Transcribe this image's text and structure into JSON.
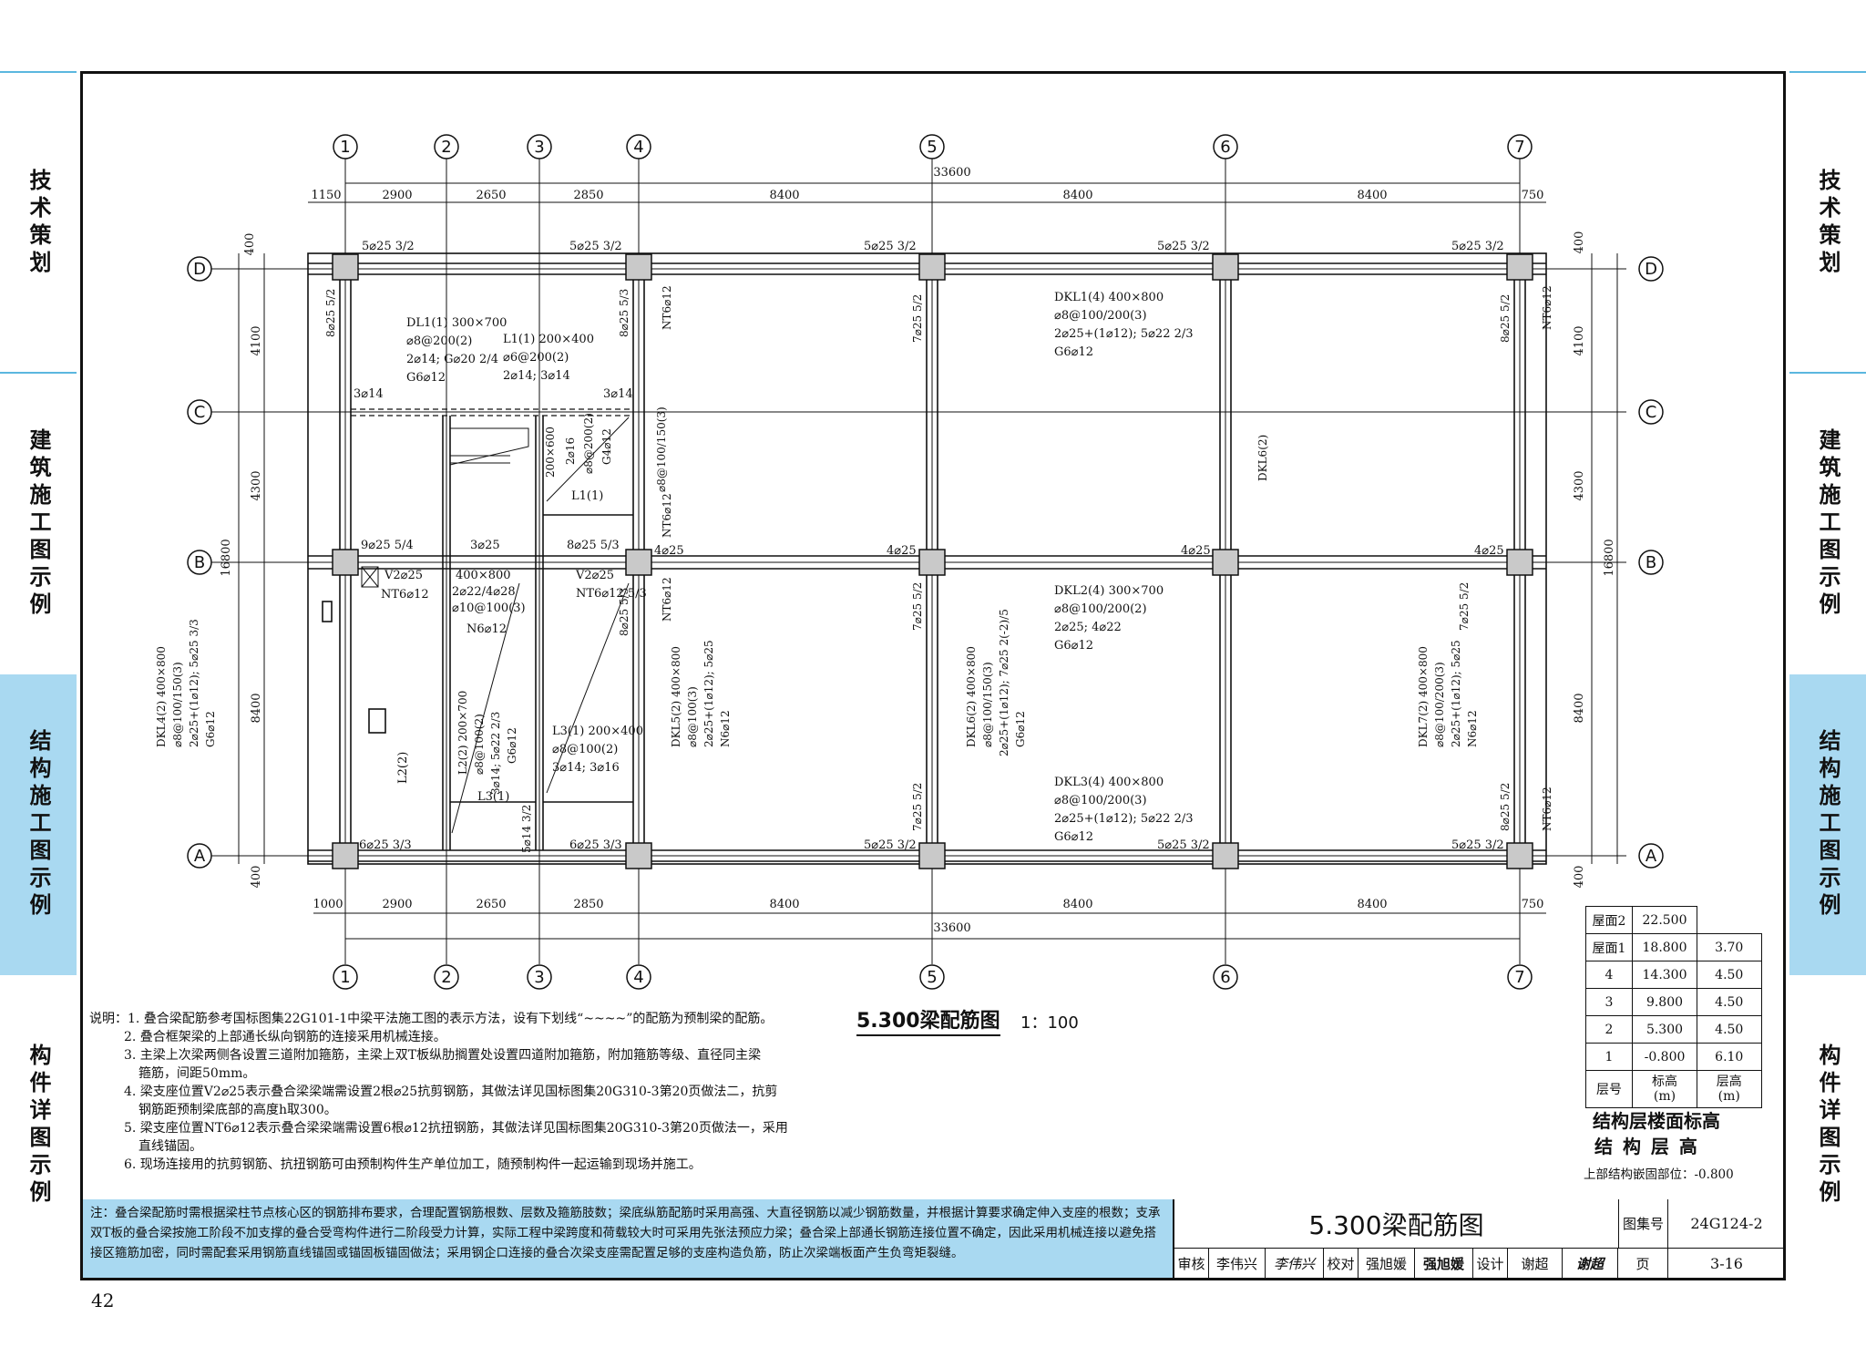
{
  "side_tabs": [
    {
      "label": "技术策划"
    },
    {
      "label": "建筑施工图示例"
    },
    {
      "label": "结构施工图示例"
    },
    {
      "label": "构件详图示例"
    }
  ],
  "grid": {
    "cols": [
      "1",
      "2",
      "3",
      "4",
      "5",
      "6",
      "7"
    ],
    "rows": [
      "D",
      "C",
      "B",
      "A"
    ],
    "top_dims": [
      "1150",
      "2900",
      "2650",
      "2850",
      "8400",
      "8400",
      "8400",
      "750"
    ],
    "bottom_dims": [
      "1000",
      "2900",
      "2650",
      "2850",
      "8400",
      "8400",
      "8400",
      "750"
    ],
    "total": "33600",
    "left_dims": [
      "400",
      "4100",
      "4300",
      "8400",
      "400"
    ],
    "left_total": "16800",
    "right_dims": [
      "400",
      "4100",
      "4300",
      "8400",
      "400"
    ],
    "right_total": "16800"
  },
  "plan_labels": {
    "top_bars": [
      "5⌀25 3/2",
      "5⌀25 3/2",
      "5⌀25 3/2",
      "5⌀25 3/2",
      "5⌀25 3/2"
    ],
    "bottom_bars": [
      "6⌀25 3/3",
      "6⌀25 3/3",
      "5⌀25 3/2",
      "5⌀25 3/2",
      "5⌀25 3/2"
    ],
    "b_bars": [
      "9⌀25 5/4",
      "3⌀25",
      "8⌀25 5/3",
      "4⌀25",
      "4⌀25",
      "4⌀25",
      "4⌀25"
    ],
    "c_bars": [
      "3⌀14",
      "3⌀14"
    ],
    "dl1": [
      "DL1(1) 300×700",
      "⌀8@200(2)",
      "2⌀14; G⌀20 2/4",
      "G6⌀12"
    ],
    "l1": [
      "L1(1) 200×400",
      "⌀6@200(2)",
      "2⌀14; 3⌀14"
    ],
    "dkl1": [
      "DKL1(4) 400×800",
      "⌀8@100/200(3)",
      "2⌀25+(1⌀12); 5⌀22 2/3",
      "G6⌀12"
    ],
    "dkl2": [
      "DKL2(4) 300×700",
      "⌀8@100/200(2)",
      "2⌀25; 4⌀22",
      "G6⌀12"
    ],
    "dkl3": [
      "DKL3(4) 400×800",
      "⌀8@100/200(3)",
      "2⌀25+(1⌀12); 5⌀22 2/3",
      "G6⌀12"
    ],
    "v2": [
      "V2⌀25",
      "NT6⌀12"
    ],
    "v2b": [
      "V2⌀25",
      "NT6⌀12 5/3"
    ],
    "mid_beam": [
      "400×800",
      "2⌀22/4⌀28",
      "⌀10@100(3)",
      "N6⌀12"
    ],
    "l1_vert": [
      "200×600",
      "2⌀16",
      "⌀8@200(2)",
      "G4⌀12",
      "L1(1)"
    ],
    "l3": [
      "L3(1) 200×400",
      "⌀8@100(2)",
      "3⌀14; 3⌀16"
    ],
    "l3b": "L3(1)",
    "l2": "L2(2)",
    "l2b": [
      "L2(2) 200×700",
      "⌀8@100(2)",
      "3⌀14; 5⌀22 2/3",
      "G6⌀12"
    ],
    "dkl4": [
      "DKL4(2) 400×800",
      "⌀8@100/150(3)",
      "2⌀25+(1⌀12); 5⌀25 3/3",
      "G6⌀12"
    ],
    "dkl5": [
      "DKL5(2) 400×800",
      "⌀8@100(3)",
      "2⌀25+(1⌀12); 5⌀25",
      "N6⌀12"
    ],
    "dkl6": [
      "DKL6(2) 400×800",
      "⌀8@100/150(3)",
      "2⌀25+(1⌀12); 7⌀25 2(-2)/5",
      "G6⌀12"
    ],
    "dkl7": [
      "DKL7(2) 400×800",
      "⌀8@100/200(3)",
      "2⌀25+(1⌀12); 5⌀25",
      "N6⌀12"
    ],
    "dkl6_short": "DKL6(2)",
    "col4_vert": "⌀8@100/150(3)",
    "v_bars": [
      "8⌀25 5/3",
      "NT6⌀12",
      "8⌀25 5/3",
      "NT6⌀12",
      "8⌀25 5/2",
      "NT6⌀12",
      "7⌀25 5/2",
      "7⌀25 5/2",
      "7⌀25 5/2",
      "7⌀25 5/2",
      "8⌀25 5/2",
      "NT6⌀12",
      "8⌀25 5/2",
      "NT6⌀12",
      "5⌀14 3/2"
    ]
  },
  "drawing_title": "5.300梁配筋图",
  "scale": "1：100",
  "notes": [
    "说明：1. 叠合梁配筋参考国标图集22G101-1中梁平法施工图的表示方法，设有下划线“~~~~”的配筋为预制梁的配筋。",
    "2. 叠合框架梁的上部通长纵向钢筋的连接采用机械连接。",
    "3. 主梁上次梁两侧各设置三道附加箍筋，主梁上双T板纵肋搁置处设置四道附加箍筋，附加箍筋等级、直径同主梁",
    "箍筋，间距50mm。",
    "4. 梁支座位置V2⌀25表示叠合梁梁端需设置2根⌀25抗剪钢筋，其做法详见国标图集20G310-3第20页做法二，抗剪",
    "钢筋距预制梁底部的高度h取300。",
    "5. 梁支座位置NT6⌀12表示叠合梁梁端需设置6根⌀12抗扭钢筋，其做法详见国标图集20G310-3第20页做法一，采用",
    "直线锚固。",
    "6. 现场连接用的抗剪钢筋、抗扭钢筋可由预制构件生产单位加工，随预制构件一起运输到现场并施工。"
  ],
  "notice": "注：叠合梁配筋时需根据梁柱节点核心区的钢筋排布要求，合理配置钢筋根数、层数及箍筋肢数；梁底纵筋配筋时采用高强、大直径钢筋以减少钢筋数量，并根据计算要求确定伸入支座的根数；支承双T板的叠合梁按施工阶段不加支撑的叠合受弯构件进行二阶段受力计算，实际工程中梁跨度和荷载较大时可采用先张法预应力梁；叠合梁上部通长钢筋连接位置不确定，因此采用机械连接以避免搭接区箍筋加密，同时需配套采用钢筋直线锚固或锚固板锚固做法；采用钢企口连接的叠合次梁支座需配置足够的支座构造负筋，防止次梁端板面产生负弯矩裂缝。",
  "level_table": {
    "rows": [
      {
        "layer": "屋面2",
        "elev": "22.500",
        "height": ""
      },
      {
        "layer": "屋面1",
        "elev": "18.800",
        "height": "3.70"
      },
      {
        "layer": "4",
        "elev": "14.300",
        "height": "4.50"
      },
      {
        "layer": "3",
        "elev": "9.800",
        "height": "4.50"
      },
      {
        "layer": "2",
        "elev": "5.300",
        "height": "4.50"
      },
      {
        "layer": "1",
        "elev": "-0.800",
        "height": "6.10"
      }
    ],
    "head_layer": "层号",
    "head_elev": "标高\n(m)",
    "head_height": "层高\n(m)",
    "caption1": "结构层楼面标高",
    "caption2": "结 构 层 高",
    "embed": "上部结构嵌固部位：-0.800"
  },
  "title_block": {
    "title": "5.300梁配筋图",
    "atlas_label": "图集号",
    "atlas_no": "24G124-2",
    "review_label": "审核",
    "reviewer": "李伟兴",
    "reviewer_sig": "李伟兴",
    "check_label": "校对",
    "checker": "强旭媛",
    "checker_sig": "强旭媛",
    "design_label": "设计",
    "designer": "谢超",
    "designer_sig": "谢超",
    "page_label": "页",
    "page_no": "3-16"
  },
  "page_number": "42"
}
